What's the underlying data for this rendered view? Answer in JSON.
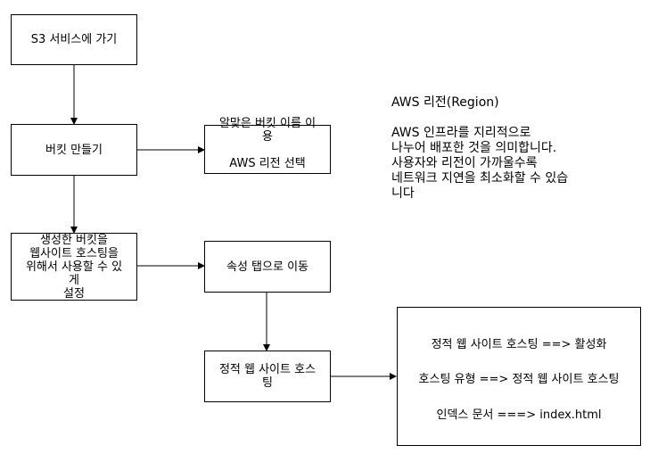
{
  "colors": {
    "stroke": "#000000",
    "fill": "#ffffff",
    "text": "#000000"
  },
  "nodes": {
    "s3": {
      "lines": [
        "S3 서비스에 가기"
      ]
    },
    "bucket": {
      "lines": [
        "버킷 만들기"
      ]
    },
    "name_region": {
      "lines": [
        "알맞은 버킷 이름 이",
        "용",
        "",
        "AWS 리전 선택"
      ]
    },
    "setup": {
      "lines": [
        "생성한 버킷을",
        "웹사이트 호스팅을",
        "위해서 사용할 수 있",
        "게",
        "설정"
      ]
    },
    "props": {
      "lines": [
        "속성 탭으로 이동"
      ]
    },
    "static": {
      "lines": [
        "정적 웹 사이트 호스",
        "팅"
      ]
    }
  },
  "note": {
    "title": "AWS 리전(Region)",
    "lines": [
      "AWS 인프라를 지리적으로",
      "나누어 배포한 것을 의미합니다.",
      "사용자와 리전이 가까울수록",
      "네트워크 지연을 최소화할 수 있습",
      "니다"
    ]
  },
  "detail": {
    "rows": [
      "정적 웹 사이트 호스팅 ==>  활성화",
      "호스팅 유형  ==> 정적 웹 사이트 호스팅",
      "인덱스 문서 ===> index.html"
    ]
  }
}
